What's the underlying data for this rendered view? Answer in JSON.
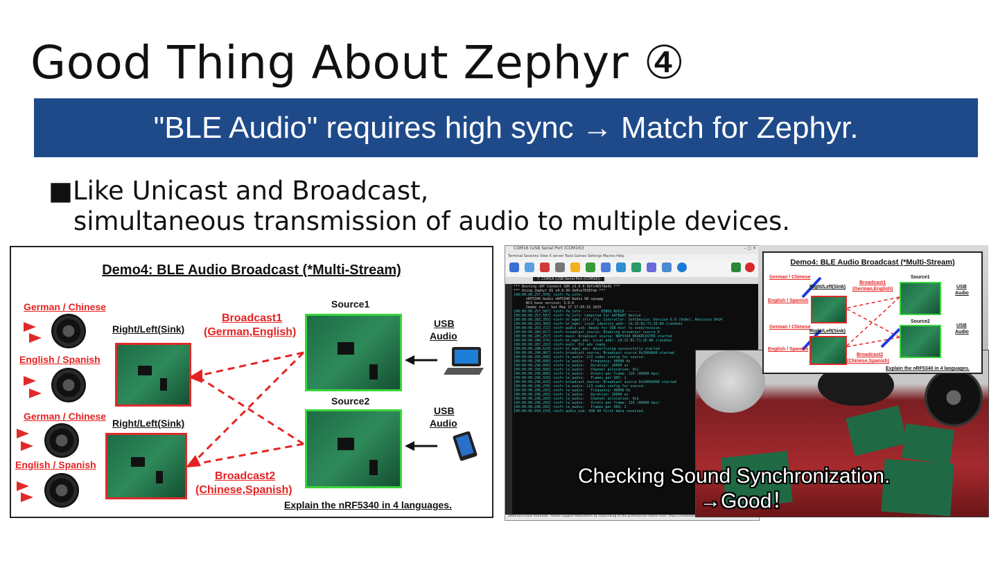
{
  "title": "Good Thing About Zephyr ④",
  "banner": "\"BLE Audio\" requires high sync → Match for Zephyr.",
  "bullet": {
    "line1": "■Like Unicast and Broadcast,",
    "line2": "simultaneous transmission of audio to multiple devices."
  },
  "demo": {
    "title": "Demo4: BLE Audio Broadcast (*Multi-Stream)",
    "lang_german_chinese": "German / Chinese",
    "lang_english_spanish": "English / Spanish",
    "sink_label": "Right/Left(Sink)",
    "broadcast1": "Broadcast1",
    "broadcast1_langs": "(German,English)",
    "broadcast2": "Broadcast2",
    "broadcast2_langs": "(Chinese,Spanish)",
    "source1": "Source1",
    "source2": "Source2",
    "usb": "USB",
    "audio": "Audio",
    "footer": "Explain the nRF5340 in 4 languages."
  },
  "terminal": {
    "title": "COM16 (USB Serial Port (COM16))",
    "menu": "Terminal  Sessions  View  X server  Tools  Games  Settings  Macros  Help",
    "tab": "7. COM16 (USB Serial Port (COM16))",
    "status": "UNREGISTERED VERSION  -  Please support MobaXterm by subscribing to the professional edition here:  https://mobaxterm.mobatek.net",
    "lines": [
      "*** Booting nRF Connect SDK v3.0.0-3bfc46578e42 ***",
      "*** Using Zephyr OS v4.0.99-3e0ce7636fab ***",
      "[00:00:00.257,476] <inf> fw_info:",
      "      nRF5340 Audio nRF5340 Audio DK cpuapp",
      "      NCS base version: 3.0.0",
      "      Cmake run : Sat May 17 17:05:31 2025",
      "[00:00:00.257,507] <inf> fw_info: ------- DEBUG BUILD -------",
      "[00:00:00.257,507] <inf> fw_info: Compiled for GATEWAY device",
      "[00:00:00.283,355] <inf> bt_mgmt_ctlr_cfg: Controller: SoftDevice: Version 6.0 (0x0e), Revision 8424",
      "[00:00:00.283,369] <inf> bt_mgmt: Local identity addr: CA:15:B1:71:2E:8A (random)",
      "[00:00:00.283,721] <inf> audio_usb: Ready for USB host to send/receive.",
      "[00:00:00.284,027] <inf> broadcast_source: Enabling broadcast_source 0",
      "[00:00:00.285,257] <inf> main: Broadcast source: NRF5340_BROADCASTER started",
      "[00:00:00.286,376] <inf> bt_mgmt_adv: Local addr: CA:15:B1:71:2E:8A (random)",
      "[00:00:00.287,202] <inf> main: Ext adv ready",
      "[00:00:00.288,624] <inf> bt_mgmt_adv: Advertising successfully started",
      "[00:00:00.290,867] <inf> broadcast_source: Broadcast source 0x200d840 started",
      "[00:00:00.295,898] <inf> le_audio: LC3 codec config for source:",
      "[00:00:00.296,890] <inf> le_audio:   Frequency: 48000 Hz",
      "[00:00:00.296,890] <inf> le_audio:   Duration: 10000 us",
      "[00:00:00.296,890] <inf> le_audio:   Channel allocation: 0x1",
      "[00:00:00.296,890] <inf> le_audio:   Octets per frame: 120 (96000 bps)",
      "[00:00:00.296,920] <inf> le_audio:   Frames per SDU: 1",
      "[00:00:00.296,920] <inf> broadcast_source: Broadcast source 0x2000d968 started",
      "[00:00:00.296,250] <inf> le_audio: LC3 codec config for source:",
      "[00:00:00.296,283] <inf> le_audio:   Frequency: 48000 Hz",
      "[00:00:00.296,283] <inf> le_audio:   Duration: 10000 us",
      "[00:00:00.296,283] <inf> le_audio:   Channel allocation: 0x2",
      "[00:00:00.296,283] <inf> le_audio:   Octets per frame: 120 (96000 bps)",
      "[00:00:00.296,283] <inf> le_audio:   Frames per SDU: 1",
      "[00:00:00.699,154] <inf> audio_usb: USB RX first data received."
    ]
  },
  "caption": {
    "line1": "Checking Sound Synchronization.",
    "line2": "→Good！"
  }
}
